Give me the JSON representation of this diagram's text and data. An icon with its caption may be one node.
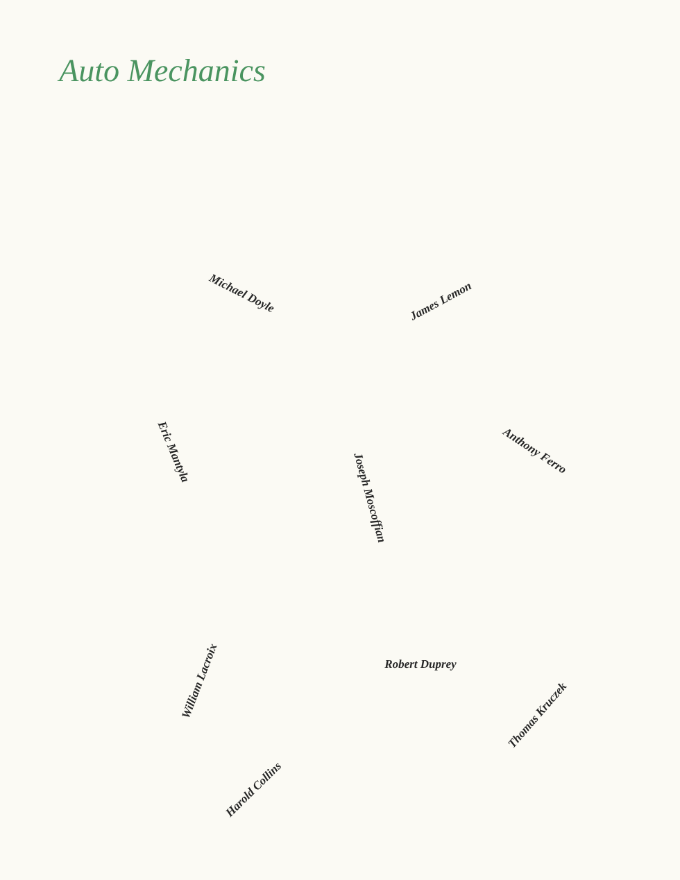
{
  "diagram": {
    "title": "Auto Mechanics",
    "labels": [
      "Michael Doyle",
      "James Lemon",
      "Eric Mantyla",
      "Joseph Moscoffian",
      "Anthony Ferro",
      "William Lacroix",
      "Robert Duprey",
      "Thomas Kruczek",
      "Harold Collins"
    ]
  }
}
